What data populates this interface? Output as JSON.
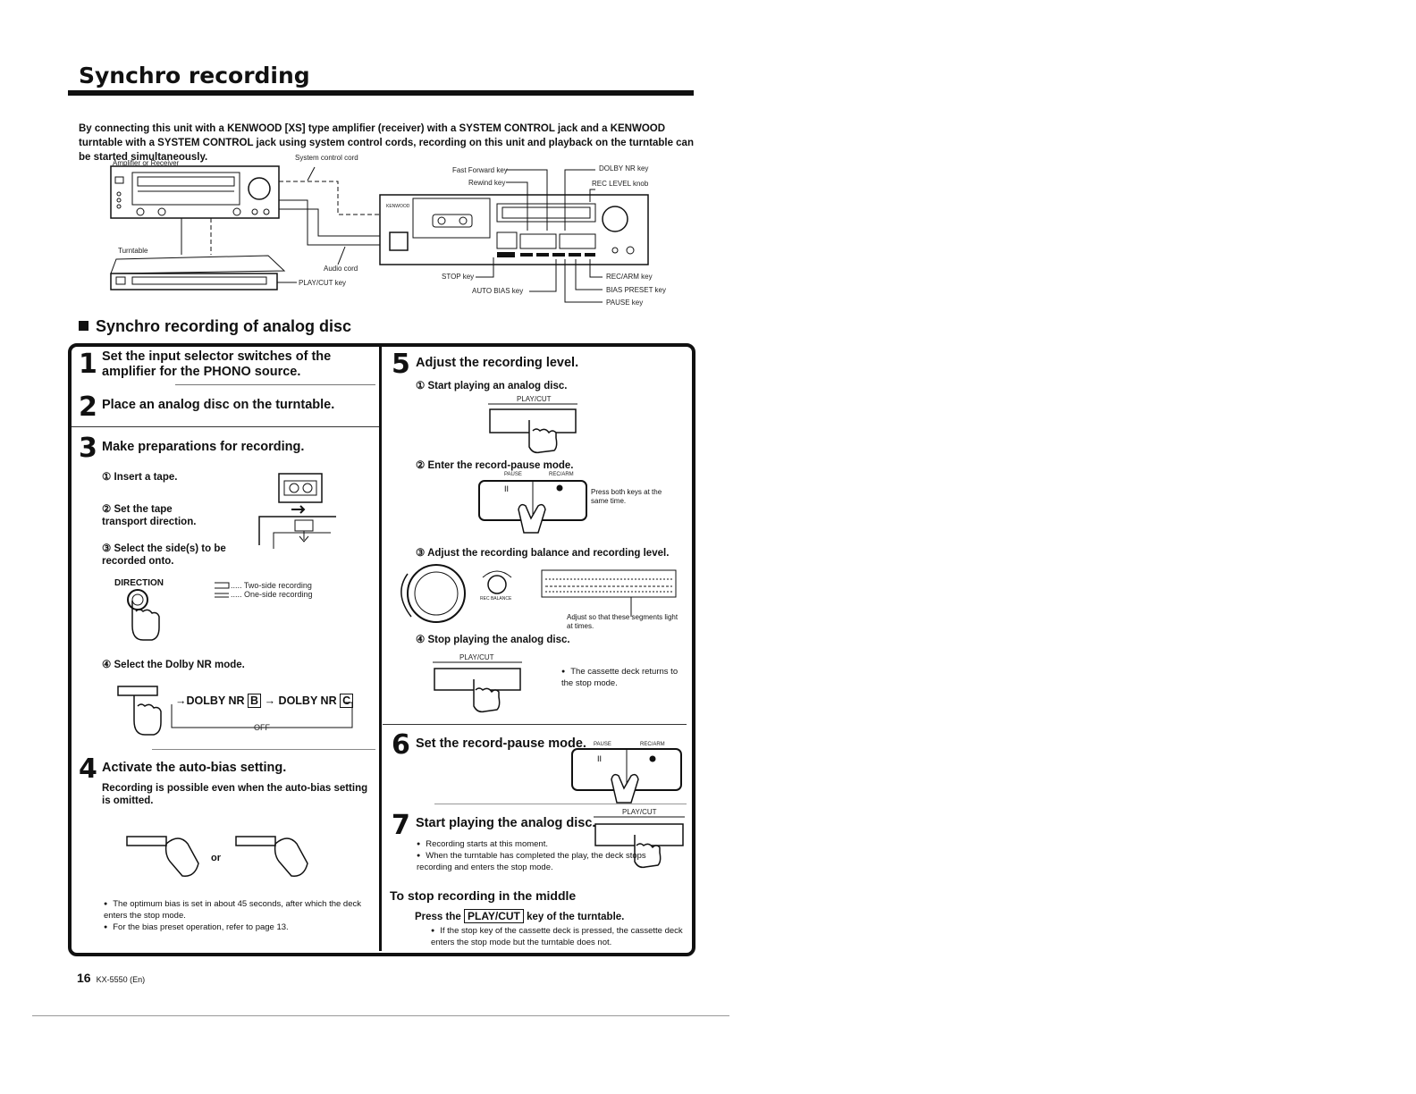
{
  "page": {
    "title": "Synchro recording",
    "intro": "By connecting this unit with a KENWOOD [XS] type amplifier (receiver) with a SYSTEM CONTROL jack and a KENWOOD turntable with a SYSTEM CONTROL jack using system control cords, recording on this unit and playback on the turntable can be started simultaneously.",
    "footer_page": "16",
    "footer_model": "KX-5550 (En)"
  },
  "diagram": {
    "amplifier_label": "Amplifier or Receiver",
    "system_cord_label": "System control cord",
    "turntable_label": "Turntable",
    "audio_cord_label": "Audio cord",
    "playcut_label": "PLAY/CUT key",
    "kenwood": "KENWOOD",
    "ff_label": "Fast Forward key",
    "rewind_label": "Rewind key",
    "dolby_label": "DOLBY NR key",
    "reclevel_label": "REC LEVEL knob",
    "stop_label": "STOP key",
    "autobias_label": "AUTO BIAS key",
    "recarm_label": "REC/ARM key",
    "biaspreset_label": "BIAS PRESET key",
    "pause_label": "PAUSE key"
  },
  "section": {
    "heading": "Synchro recording of analog disc"
  },
  "steps": {
    "s1_num": "1",
    "s1_title": "Set the input selector switches of the amplifier for the PHONO source.",
    "s2_num": "2",
    "s2_title": "Place an analog disc on the turntable.",
    "s3_num": "3",
    "s3_title": "Make preparations for recording.",
    "s3_a": "① Insert a tape.",
    "s3_b": "② Set the tape transport direction.",
    "s3_c": "③ Select the side(s) to be recorded onto.",
    "direction": "DIRECTION",
    "two_side": "..... Two-side recording",
    "one_side": "..... One-side recording",
    "s3_d": "④ Select the Dolby NR mode.",
    "dolby_b": "DOLBY NR",
    "dolby_b_box": "B",
    "dolby_c": "DOLBY NR",
    "dolby_c_box": "C",
    "arrow": "→",
    "off": "OFF",
    "s4_num": "4",
    "s4_title": "Activate the auto-bias setting.",
    "s4_sub": "Recording is possible even when the auto-bias setting is omitted.",
    "or": "or",
    "s4_note1": "The optimum bias is set in about 45 seconds, after which the deck enters the stop mode.",
    "s4_note2": "For the bias preset operation, refer to page 13.",
    "s5_num": "5",
    "s5_title": "Adjust the recording level.",
    "s5_a": "① Start playing an analog disc.",
    "playcut": "PLAY/CUT",
    "s5_b": "② Enter the record-pause mode.",
    "pause": "PAUSE",
    "recarm": "REC/ARM",
    "press_both": "Press both keys at the same time.",
    "s5_c": "③ Adjust the recording balance and recording level.",
    "rec_balance": "REC BALANCE",
    "adjust_note": "Adjust so that these segments light at times.",
    "s5_d": "④ Stop playing the analog disc.",
    "s5_d_note": "The cassette deck returns to the stop mode.",
    "s6_num": "6",
    "s6_title": "Set the record-pause mode.",
    "s7_num": "7",
    "s7_title": "Start playing the analog disc.",
    "s7_note1": "Recording starts at this moment.",
    "s7_note2": "When the turntable has completed the play, the deck stops recording and enters the stop mode.",
    "stop_title": "To stop recording in the middle",
    "press_the": "Press the",
    "key_of": "key of the turntable.",
    "stop_note": "If the stop key of the cassette deck is pressed, the cassette deck enters the stop mode but the turntable does not."
  }
}
